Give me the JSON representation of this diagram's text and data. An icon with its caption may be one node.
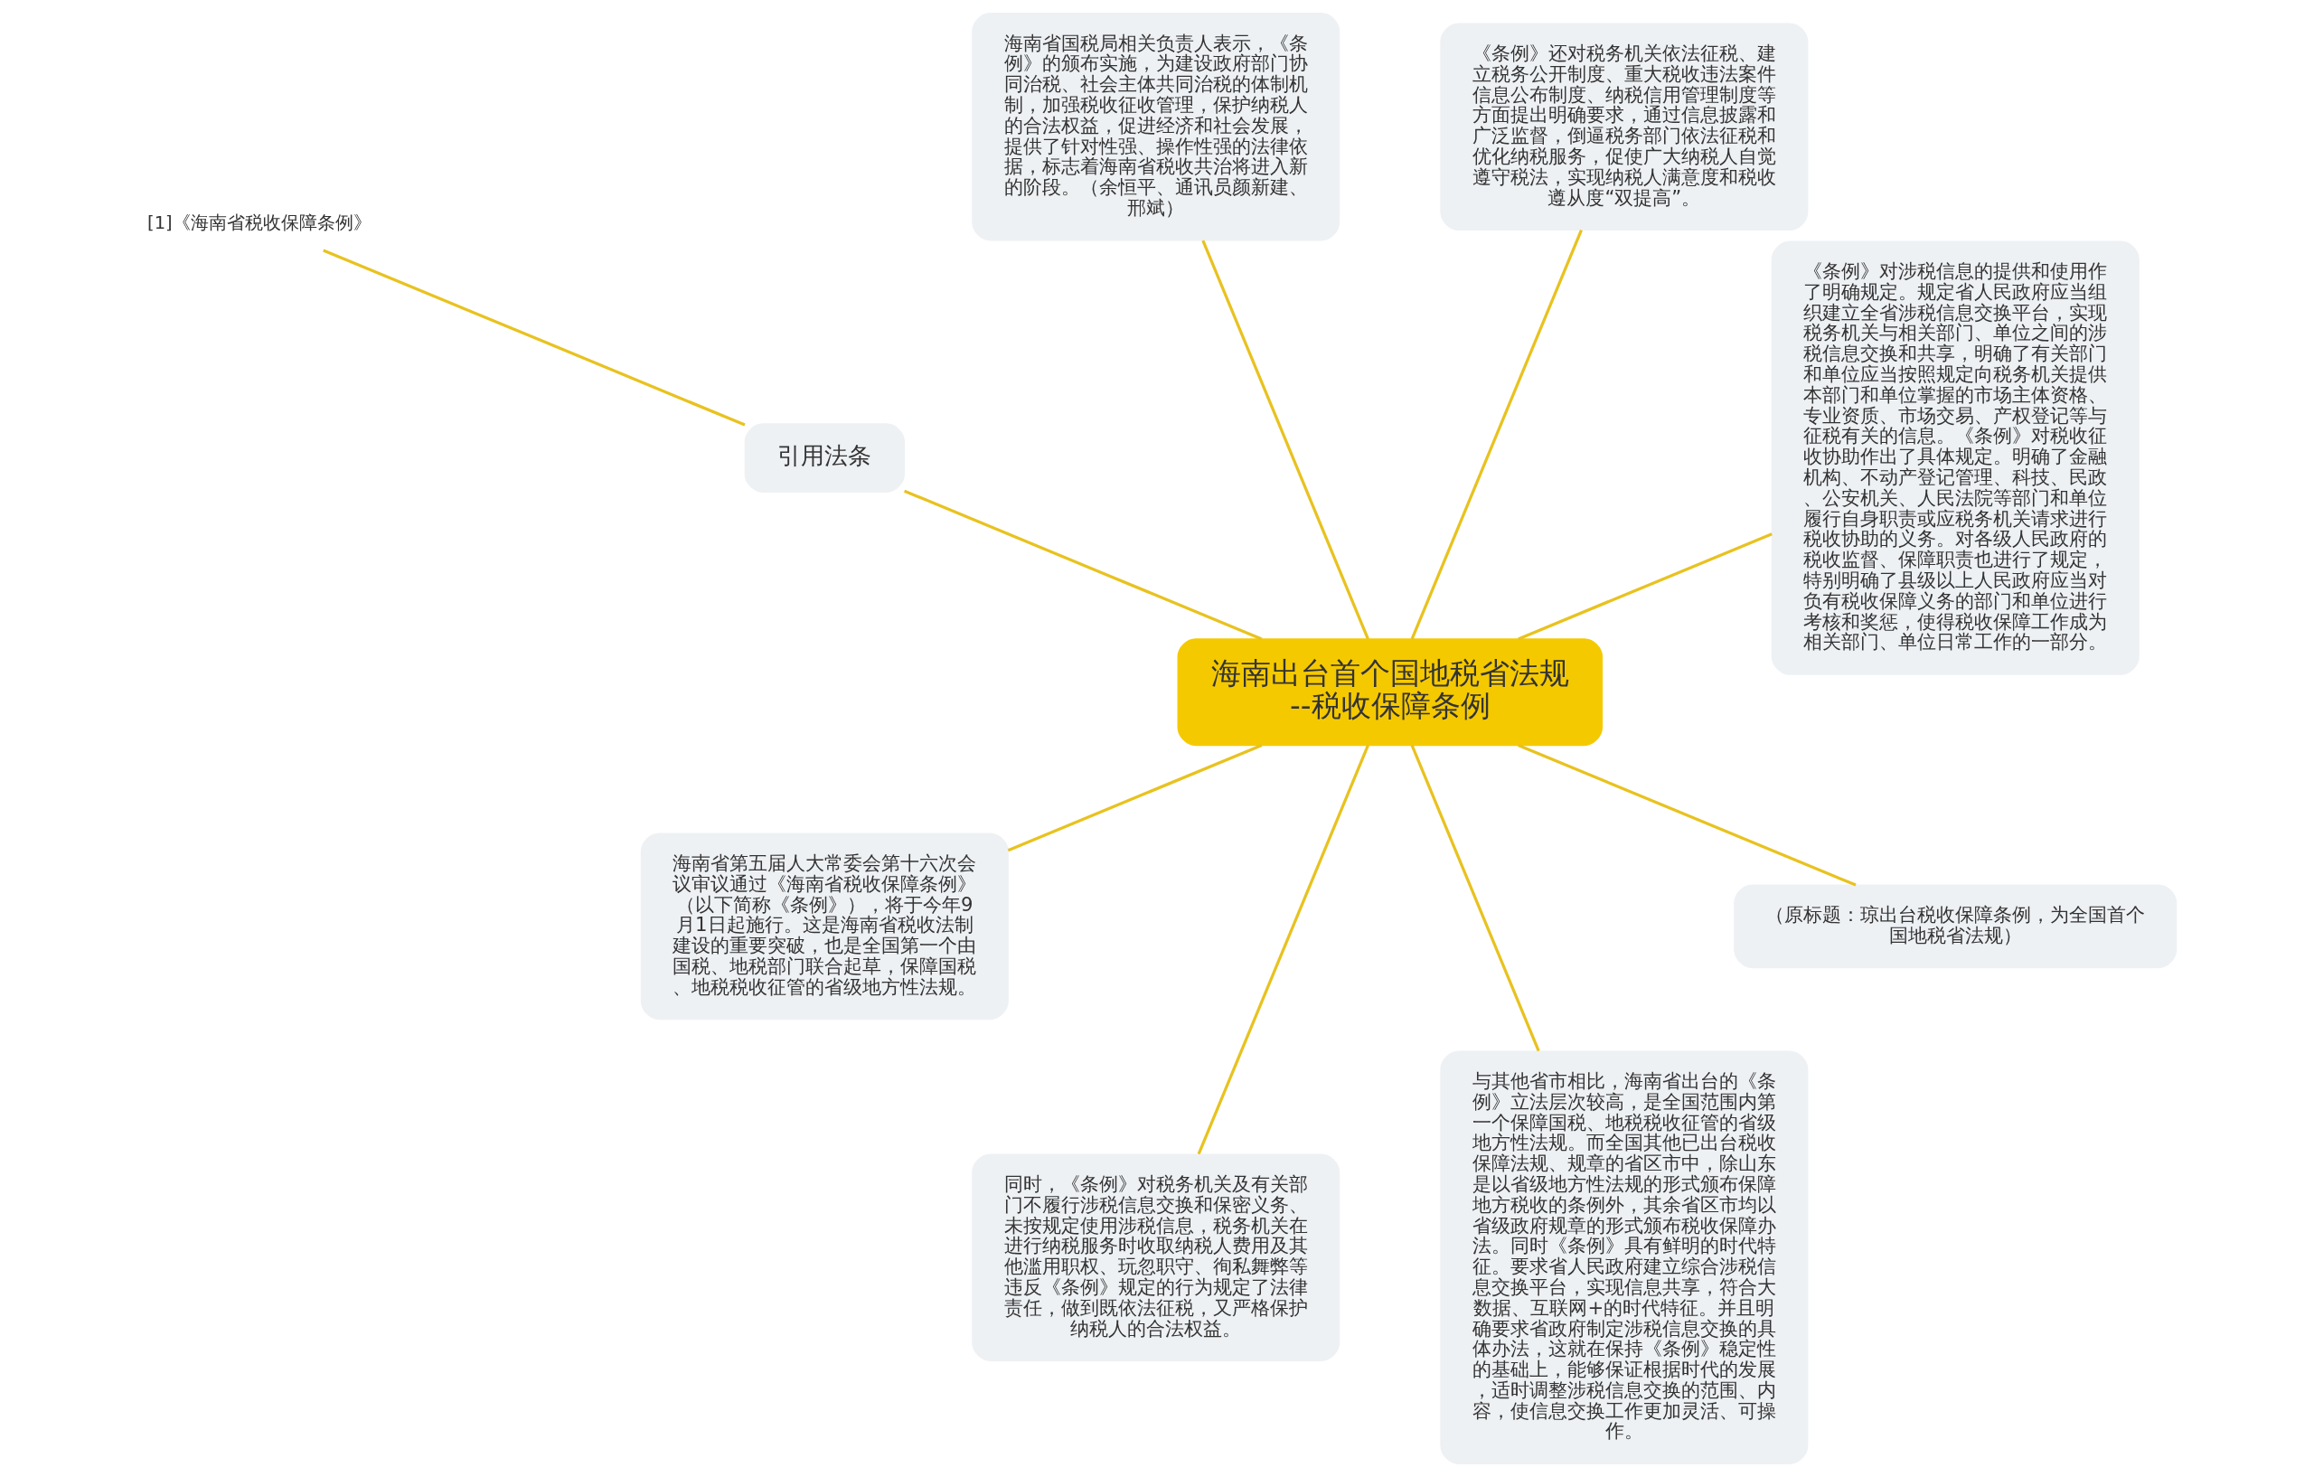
{
  "diagram": {
    "nodes": [
      {
        "text": [
          "海南出台首个国地税省法规--税收保障条例"
        ]
      },
      {
        "text": [
          "《条例》对涉税信息的提供和使用作了明确规定。规定省人民政府应当组织建立全省涉税信息交换平台，实现税务机关与相关部门、单位之间的涉税信息交换和共享，明确了有关部门和单位应当按照规定向税务机关提供本部门和单位掌握的市场主体资格、专业资质、市场交易、产权登记等与征税有关的信息。《条例》对税收征收协助作出了具体规定。明确了金融机构、不动产登记管理、科技、民政、公安机关、人民法院等部门和单位履行自身职责或应税务机关请求进行税收协助的义务。对各级人民政府的税收监督、保障职责也进行了规定，特别明确了县级以上人民政府应当对负有税收保障义务的部门和单位进行考核和奖惩，使得税收保障工作成为相关部门、单位日常工作的一部分。"
        ]
      },
      {
        "text": [
          "《条例》还对税务机关依法征税、建立税务公开制度、重大税收违法案件信息公布制度、纳税信用管理制度等方面提出明确要求，通过信息披露和广泛监督，倒逼税务部门依法征税和优化纳税服务，促使广大纳税人自觉遵守税法，实现纳税人满意度和税收遵从度“双提高”。"
        ]
      },
      {
        "text": [
          "海南省国税局相关负责人表示，《条例》的颁布实施，为建设政府部门协同治税、社会主体共同治税的体制机制，加强税收征收管理，保护纳税人的合法权益，促进经济和社会发展，提供了针对性强、操作性强的法律依据，标志着海南省税收共治将进入新的阶段。（余恒平、通讯员颜新建、邢斌）"
        ]
      },
      {
        "text": [
          "引用法条"
        ]
      },
      {
        "text": [
          "[1]《海南省税收保障条例》"
        ]
      },
      {
        "text": [
          "海南省第五届人大常委会第十六次会议审议通过《海南省税收保障条例》（以下简称《条例》），将于今年9月1日起施行。这是海南省税收法制建设的重要突破，也是全国第一个由国税、地税部门联合起草，保障国税、地税税收征管的省级地方性法规。"
        ]
      },
      {
        "text": [
          "同时，《条例》对税务机关及有关部门不履行涉税信息交换和保密义务、未按规定使用涉税信息，税务机关在进行纳税服务时收取纳税人费用及其他滥用职权、玩忽职守、徇私舞弊等违反《条例》规定的行为规定了法律责任，做到既依法征税，又严格保护纳税人的合法权益。"
        ]
      },
      {
        "text": [
          "与其他省市相比，海南省出台的《条例》立法层次较高，是全国范围内第一个保障国税、地税税收征管的省级地方性法规。而全国其他已出台税收保障法规、规章的省区市中，除山东是以省级地方性法规的形式颁布保障地方税收的条例外，其余省区市均以省级政府规章的形式颁布税收保障办法。同时《条例》具有鲜明的时代特征。要求省人民政府建立综合涉税信息交换平台，实现信息共享，符合大数据、互联网+的时代特征。并且明确要求省政府制定涉税信息交换的具体办法，这就在保持《条例》稳定性的基础上，能够保证根据时代的发展，适时调整涉税信息交换的范围、内容，使信息交换工作更加灵活、可操作。"
        ]
      },
      {
        "text": [
          "（原标题：琼出台税收保障条例，为全国首个国地税省法规）"
        ]
      }
    ],
    "edges": [
      {
        "from": 0,
        "to": 1,
        "arrow": "none"
      },
      {
        "from": 0,
        "to": 2,
        "arrow": "none"
      },
      {
        "from": 0,
        "to": 3,
        "arrow": "none"
      },
      {
        "from": 0,
        "to": 4,
        "arrow": "none"
      },
      {
        "from": 4,
        "to": 5,
        "arrow": "none"
      },
      {
        "from": 0,
        "to": 6,
        "arrow": "none"
      },
      {
        "from": 0,
        "to": 7,
        "arrow": "none"
      },
      {
        "from": 0,
        "to": 8,
        "arrow": "none"
      },
      {
        "from": 0,
        "to": 9,
        "arrow": "none"
      }
    ]
  }
}
